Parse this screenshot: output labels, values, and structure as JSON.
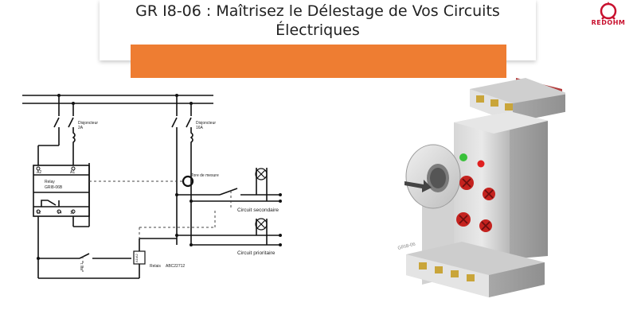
{
  "header": {
    "title": "GR I8-06 : Maîtrisez le Délestage de Vos Circuits Électriques"
  },
  "logo": {
    "text": "REDOHM",
    "color": "#c8102e"
  },
  "colors": {
    "accent_bar": "#ee7d32"
  },
  "schematic": {
    "breaker_1": {
      "label": "Disjoncteur",
      "rating": "2A"
    },
    "breaker_2": {
      "label": "Disjoncteur",
      "rating": "16A"
    },
    "torus": "Tore de mesure",
    "relay": {
      "label": "Relay",
      "model": "GRI8-06B"
    },
    "terminals": {
      "a2": "A2",
      "a1": "A1",
      "t12": "12",
      "t14": "14",
      "t11": "11"
    },
    "circuit_secondary": "Circuit secondaire",
    "circuit_priority": "Circuit prioritaire",
    "relay_box": {
      "label": "Relais",
      "model": "ABC22712",
      "coil": "A1/A2"
    },
    "push_button": "BP 1"
  },
  "device": {
    "model_label": "GRI8-06",
    "led_green": "#39c13a",
    "led_red": "#e02020"
  }
}
